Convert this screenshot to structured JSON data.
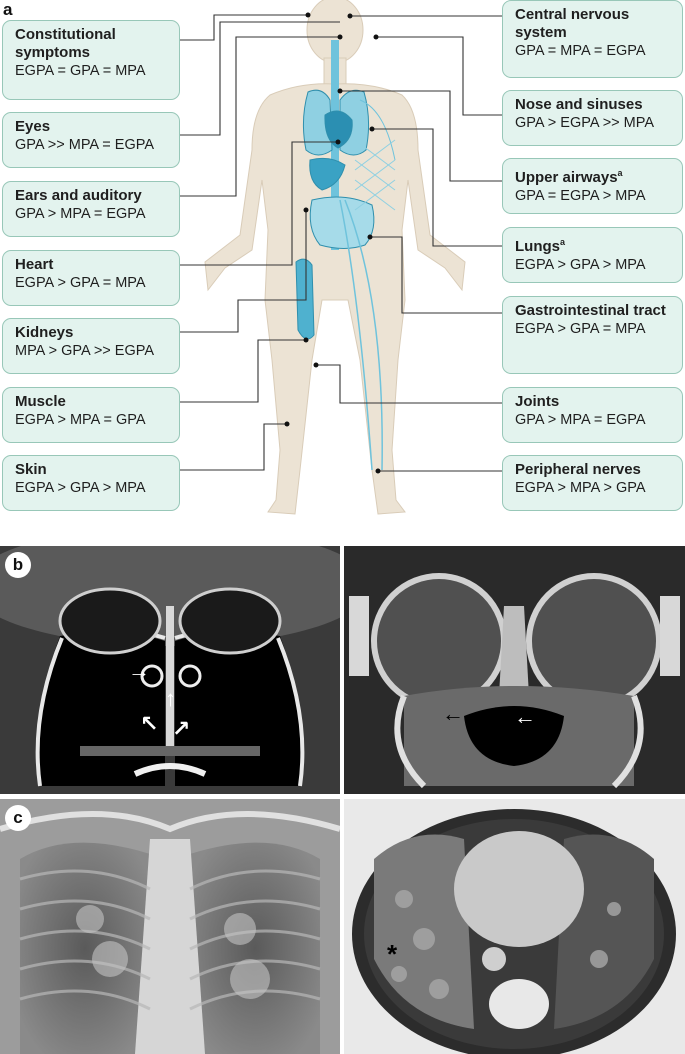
{
  "panels": {
    "a": {
      "letter": "a"
    },
    "b": {
      "letter": "b"
    },
    "c": {
      "letter": "c"
    }
  },
  "organs": [
    {
      "title": "Constitutional symptoms",
      "comparison": "EGPA = GPA = MPA",
      "side": "left"
    },
    {
      "title": "Eyes",
      "comparison": "GPA >> MPA = EGPA",
      "side": "left"
    },
    {
      "title": "Ears and auditory",
      "comparison": "GPA > MPA = EGPA",
      "side": "left"
    },
    {
      "title": "Heart",
      "comparison": "EGPA > GPA = MPA",
      "side": "left"
    },
    {
      "title": "Kidneys",
      "comparison": "MPA > GPA >> EGPA",
      "side": "left"
    },
    {
      "title": "Muscle",
      "comparison": "EGPA > MPA = GPA",
      "side": "left"
    },
    {
      "title": "Skin",
      "comparison": "EGPA > GPA > MPA",
      "side": "left"
    },
    {
      "title": "Central nervous system",
      "comparison": "GPA = MPA = EGPA",
      "side": "right"
    },
    {
      "title": "Nose and sinuses",
      "comparison": "GPA > EGPA >> MPA",
      "side": "right"
    },
    {
      "title": "Upper airways",
      "sup": "a",
      "comparison": "GPA = EGPA > MPA",
      "side": "right"
    },
    {
      "title": "Lungs",
      "sup": "a",
      "comparison": "EGPA > GPA > MPA",
      "side": "right"
    },
    {
      "title": "Gastrointestinal tract",
      "comparison": "EGPA > GPA = MPA",
      "side": "right"
    },
    {
      "title": "Joints",
      "comparison": "GPA > MPA = EGPA",
      "side": "right"
    },
    {
      "title": "Peripheral nerves",
      "comparison": "EGPA > MPA > GPA",
      "side": "right"
    }
  ],
  "annotations": {
    "asterisk": "*"
  },
  "colors": {
    "box_fill": "#e3f3ee",
    "box_border": "#98c7b8",
    "body_fill": "#ece3d4",
    "organ_blue": "#4fb1cf",
    "leader_line": "#333333"
  }
}
